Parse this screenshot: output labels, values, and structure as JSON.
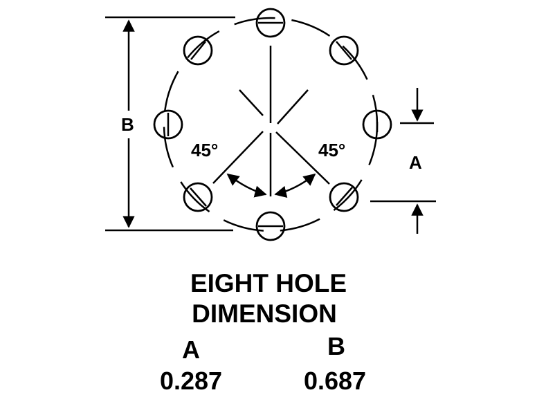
{
  "diagram": {
    "dimension_label_B": "B",
    "dimension_label_A": "A",
    "angle_left": "45°",
    "angle_right": "45°"
  },
  "caption": {
    "line1": "EIGHT HOLE",
    "line2": "DIMENSION"
  },
  "table": {
    "col_a_header": "A",
    "col_b_header": "B",
    "col_a_value": "0.287",
    "col_b_value": "0.687"
  }
}
